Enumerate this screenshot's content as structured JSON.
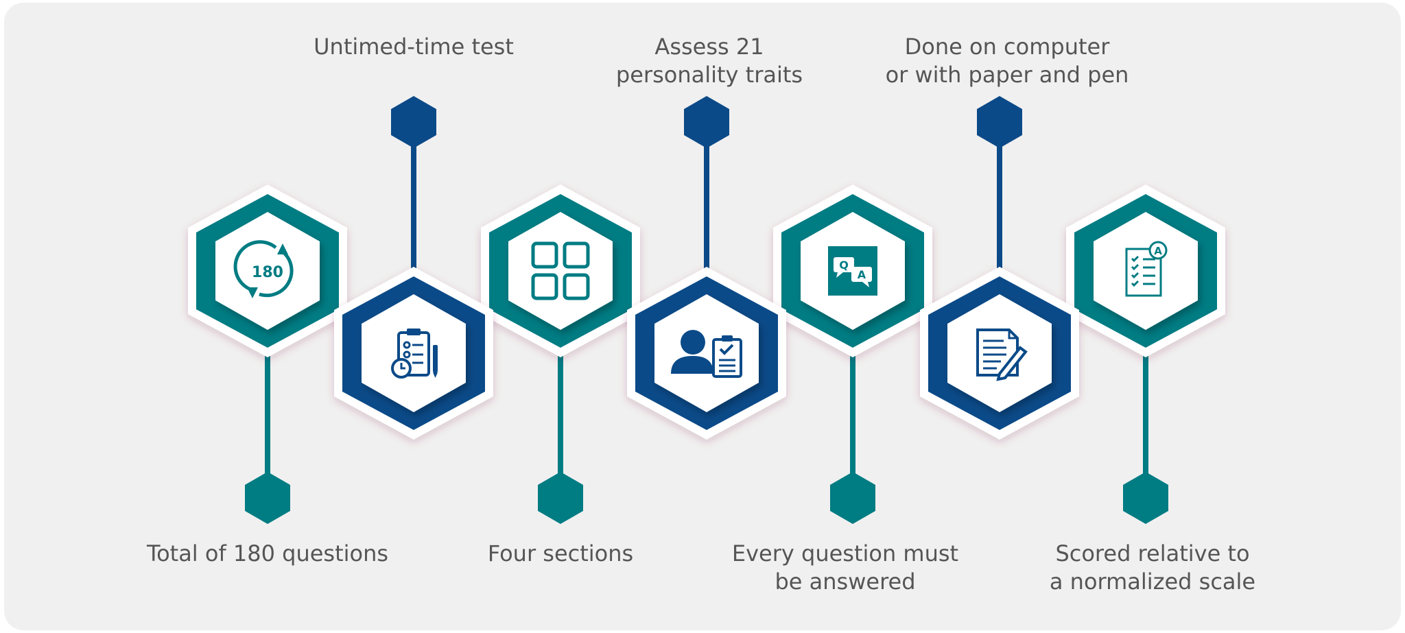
{
  "colors": {
    "teal": "#007c83",
    "navy": "#0b4a88",
    "background": "#f1f0f0",
    "text": "#555555"
  },
  "steps": [
    {
      "label": "Total of 180 questions",
      "icon": "180-refresh-icon",
      "color": "#007c83",
      "badge": "180"
    },
    {
      "label": "Untimed-time test",
      "icon": "clipboard-timer-icon",
      "color": "#0b4a88"
    },
    {
      "label": "Four sections",
      "icon": "four-squares-icon",
      "color": "#007c83"
    },
    {
      "label": "Assess 21\npersonality traits",
      "icon": "person-checklist-icon",
      "color": "#0b4a88"
    },
    {
      "label": "Every question must\nbe answered",
      "icon": "qa-chat-icon",
      "color": "#007c83",
      "q": "Q",
      "a": "A"
    },
    {
      "label": "Done on computer\nor with paper and pen",
      "icon": "paper-pen-icon",
      "color": "#0b4a88"
    },
    {
      "label": "Scored relative to\na normalized scale",
      "icon": "graded-checklist-icon",
      "color": "#007c83",
      "grade": "A"
    }
  ]
}
